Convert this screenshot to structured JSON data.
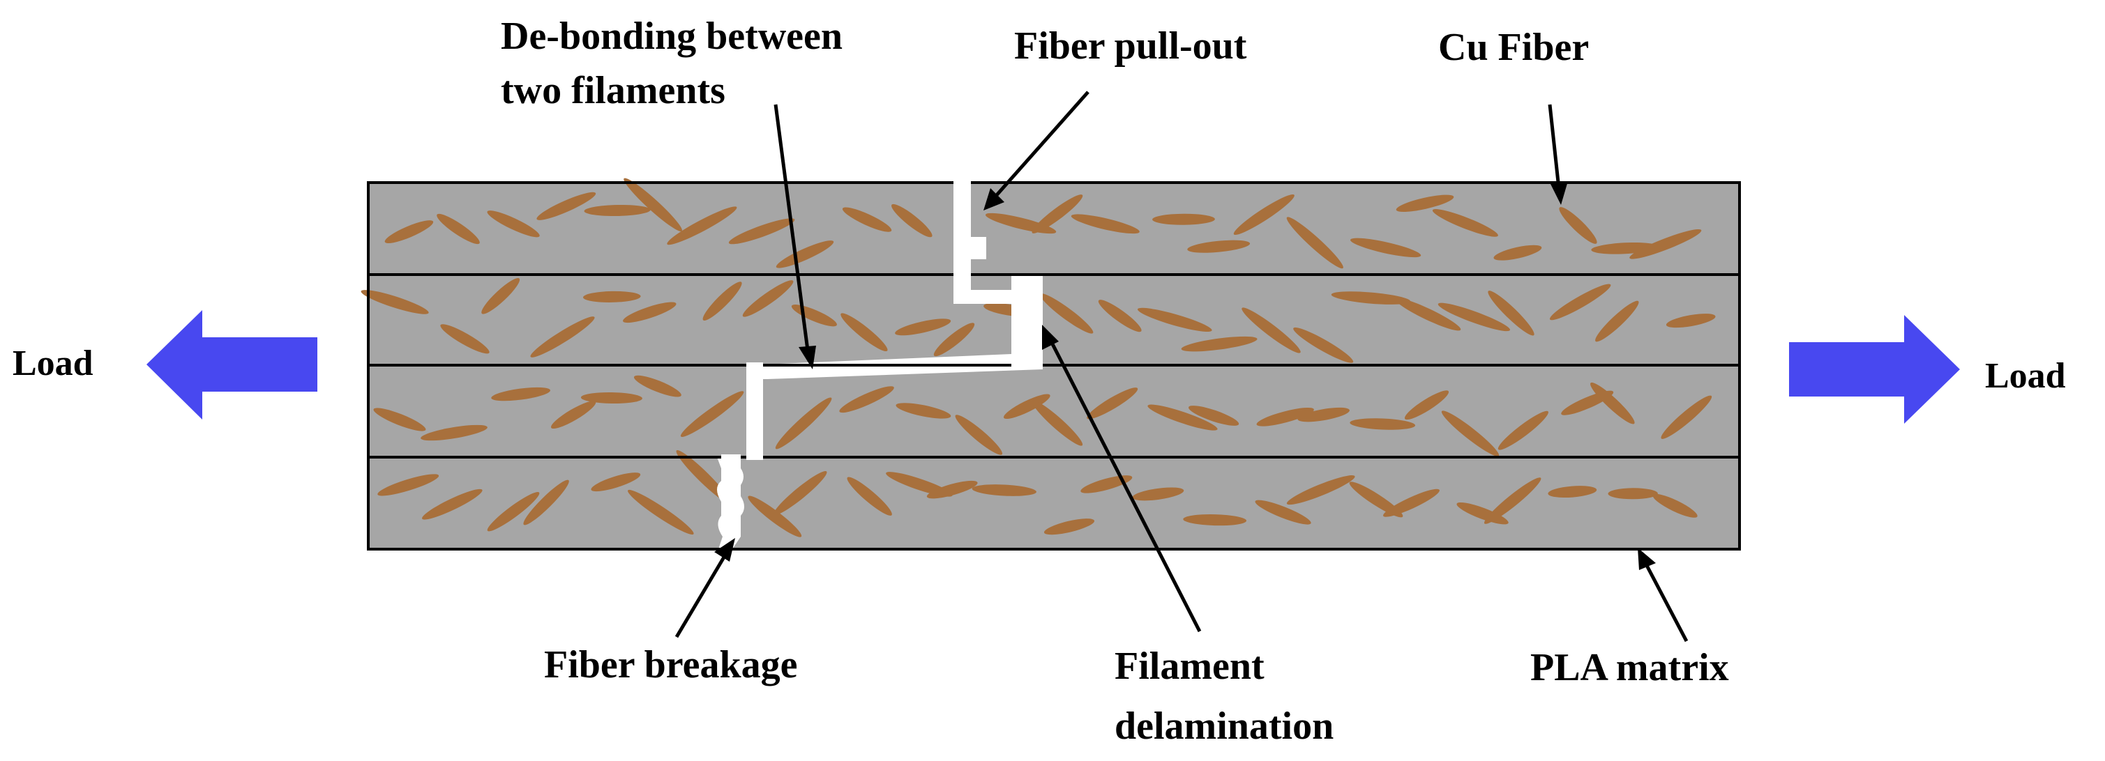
{
  "labels": {
    "load_left": "Load",
    "load_right": "Load",
    "debonding_line1": "De-bonding between",
    "debonding_line2": "two filaments",
    "fiber_pullout": "Fiber pull-out",
    "cu_fiber": "Cu Fiber",
    "fiber_breakage": "Fiber breakage",
    "filament_delamination_line1": "Filament",
    "filament_delamination_line2": "delamination",
    "pla_matrix": "PLA matrix"
  },
  "colors": {
    "matrix": "#a6a6a6",
    "fiber": "#a8703c",
    "load_arrow": "#4848f0",
    "crack": "#ffffff",
    "outline": "#000000"
  },
  "filament_count": 4
}
